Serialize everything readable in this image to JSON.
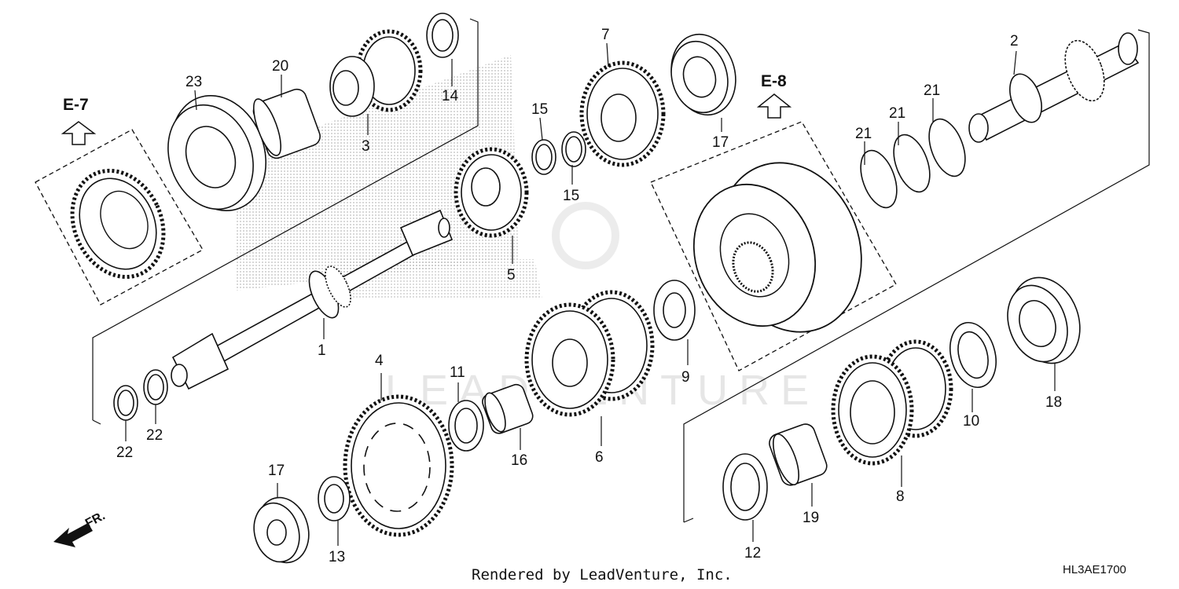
{
  "references": {
    "e7": "E-7",
    "e8": "E-8"
  },
  "direction_label": "FR.",
  "watermark": "LEADVENTURE",
  "footer": {
    "rendered_by": "Rendered by LeadVenture, Inc.",
    "diagram_code": "HL3AE1700"
  },
  "callouts": {
    "c1": "1",
    "c2": "2",
    "c3": "3",
    "c4": "4",
    "c5": "5",
    "c6": "6",
    "c7": "7",
    "c8": "8",
    "c9": "9",
    "c10": "10",
    "c11": "11",
    "c12": "12",
    "c13": "13",
    "c14": "14",
    "c15a": "15",
    "c15b": "15",
    "c16": "16",
    "c17a": "17",
    "c17b": "17",
    "c18": "18",
    "c19": "19",
    "c20": "20",
    "c21a": "21",
    "c21b": "21",
    "c21c": "21",
    "c22a": "22",
    "c22b": "22",
    "c23": "23"
  },
  "colors": {
    "line": "#111111",
    "dots": "#bcbcbc",
    "watermark": "#e6e6e6"
  }
}
